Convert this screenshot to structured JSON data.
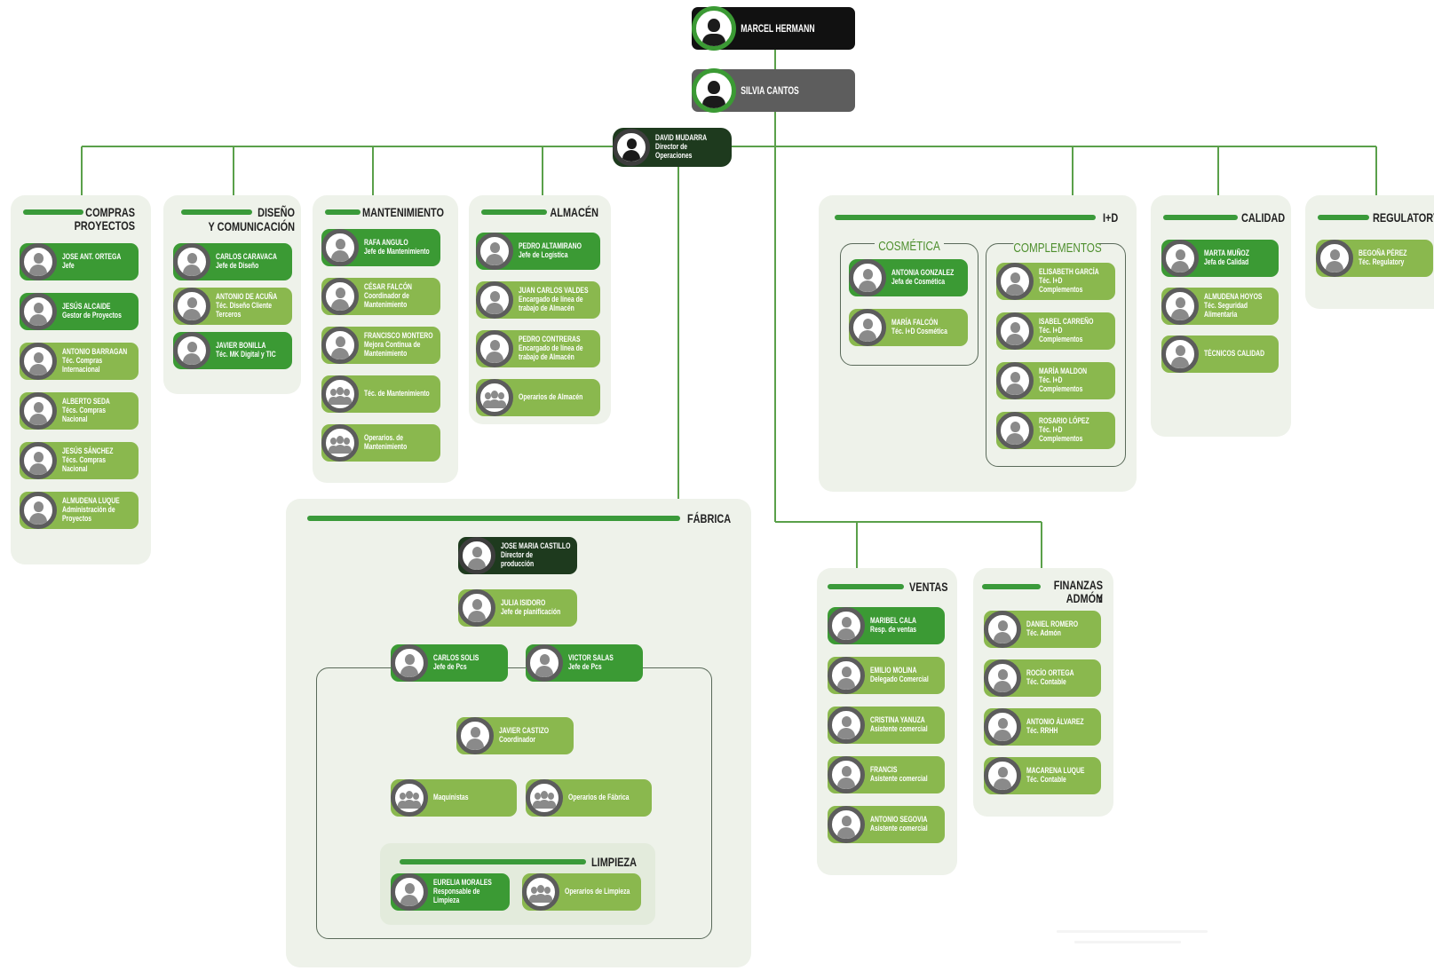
{
  "top": {
    "ceo": {
      "name": "MARCEL HERMANN"
    },
    "deputy": {
      "name": "SILVIA CANTOS"
    },
    "ops": {
      "name": "DAVID MUDARRA",
      "role": "Director de Operaciones"
    }
  },
  "departments": {
    "compras": {
      "title": "COMPRAS PROYECTOS",
      "members": [
        {
          "name": "JOSE ANT. ORTEGA",
          "role": "Jefe"
        },
        {
          "name": "JESÚS ALCAIDE",
          "role": "Gestor de Proyectos"
        },
        {
          "name": "ANTONIO BARRAGAN",
          "role": "Téc. Compras Internacional"
        },
        {
          "name": "ALBERTO SEDA",
          "role": "Técs. Compras Nacional"
        },
        {
          "name": "JESÚS SÁNCHEZ",
          "role": "Técs. Compras Nacional"
        },
        {
          "name": "ALMUDENA LUQUE",
          "role": "Administración de Proyectos"
        }
      ]
    },
    "diseno": {
      "title_line1": "DISEÑO",
      "title_line2": "Y COMUNICACIÓN",
      "members": [
        {
          "name": "CARLOS CARAVACA",
          "role": "Jefe de Diseño"
        },
        {
          "name": "ANTONIO DE ACUÑA",
          "role": "Téc. Diseño Cliente Terceros"
        },
        {
          "name": "JAVIER BONILLA",
          "role": "Téc. MK Digital y TIC"
        }
      ]
    },
    "mantenimiento": {
      "title": "MANTENIMIENTO",
      "members": [
        {
          "name": "RAFA ANGULO",
          "role": "Jefe de Mantenimiento"
        },
        {
          "name": "CÉSAR FALCÓN",
          "role": "Coordinador de Mantenimiento"
        },
        {
          "name": "FRANCISCO MONTERO",
          "role": "Mejora Continua de Mantenimiento"
        },
        {
          "name": "",
          "role": "Téc. de Mantenimiento"
        },
        {
          "name": "",
          "role": "Operarios. de Mantenimiento"
        }
      ]
    },
    "almacen": {
      "title": "ALMACÉN",
      "members": [
        {
          "name": "PEDRO ALTAMIRANO",
          "role": "Jefe de Logística"
        },
        {
          "name": "JUAN CARLOS VALDES",
          "role": "Encargado de línea de trabajo de Almacén"
        },
        {
          "name": "PEDRO CONTRERAS",
          "role": "Encargado de línea de trabajo de Almacén"
        },
        {
          "name": "",
          "role": "Operarios de Almacén"
        }
      ]
    },
    "imasd": {
      "title": "I+D",
      "cosmetica": {
        "title": "COSMÉTICA",
        "members": [
          {
            "name": "ANTONIA GONZALEZ",
            "role": "Jefa de Cosmética"
          },
          {
            "name": "MARÍA FALCÓN",
            "role": "Téc. I+D Cosmética"
          }
        ]
      },
      "complementos": {
        "title": "COMPLEMENTOS",
        "members": [
          {
            "name": "ELISABETH GARCÍA",
            "role": "Téc. I+D Complementos"
          },
          {
            "name": "ISABEL CARREÑO",
            "role": "Téc. I+D Complementos"
          },
          {
            "name": "MARÍA MALDON",
            "role": "Téc. I+D Complementos"
          },
          {
            "name": "ROSARIO LÓPEZ",
            "role": "Téc. I+D Complementos"
          }
        ]
      }
    },
    "calidad": {
      "title": "CALIDAD",
      "members": [
        {
          "name": "MARTA MUÑOZ",
          "role": "Jefa de Calidad"
        },
        {
          "name": "ALMUDENA HOYOS",
          "role": "Téc. Seguridad Alimentaria"
        },
        {
          "name": "TÉCNICOS CALIDAD",
          "role": ""
        }
      ]
    },
    "regulatory": {
      "title": "REGULATORY",
      "members": [
        {
          "name": "BEGOÑA PÉREZ",
          "role": "Téc. Regulatory"
        }
      ]
    },
    "fabrica": {
      "title": "FÁBRICA",
      "director": {
        "name": "JOSE MARIA CASTILLO",
        "role": "Director de producción"
      },
      "planning": {
        "name": "JULIA ISIDORO",
        "role": "Jefe de planificación"
      },
      "pcs": [
        {
          "name": "CARLOS SOLIS",
          "role": "Jefe de Pcs"
        },
        {
          "name": "VICTOR SALAS",
          "role": "Jefe de Pcs"
        }
      ],
      "coordinator": {
        "name": "JAVIER CASTIZO",
        "role": "Coordinador"
      },
      "groups": [
        {
          "name": "",
          "role": "Maquinistas"
        },
        {
          "name": "",
          "role": "Operarios de Fábrica"
        }
      ],
      "limpieza": {
        "title": "LIMPIEZA",
        "members": [
          {
            "name": "EURELIA MORALES",
            "role": "Responsable de Limpieza"
          },
          {
            "name": "",
            "role": "Operarios de Limpieza"
          }
        ]
      }
    },
    "ventas": {
      "title": "VENTAS",
      "members": [
        {
          "name": "MARIBEL CALA",
          "role": "Resp. de ventas"
        },
        {
          "name": "EMILIO MOLINA",
          "role": "Delegado Comercial"
        },
        {
          "name": "CRISTINA YANUZA",
          "role": "Asistente comercial"
        },
        {
          "name": "FRANCIS",
          "role": "Asistente comercial"
        },
        {
          "name": "ANTONIO SEGOVIA",
          "role": "Asistente comercial"
        }
      ]
    },
    "finanzas": {
      "title_line1": "FINANZAS Y",
      "title_line2": "ADMÓN",
      "members": [
        {
          "name": "DANIEL ROMERO",
          "role": "Téc. Admón"
        },
        {
          "name": "ROCÍO ORTEGA",
          "role": "Téc. Contable"
        },
        {
          "name": "ANTONIO ÁLVAREZ",
          "role": "Téc. RRHH"
        },
        {
          "name": "MACARENA LUQUE",
          "role": "Téc. Contable"
        }
      ]
    }
  },
  "colors": {
    "line": "#5aa04a",
    "card_light": "#8ab84e",
    "card_dark": "#3b9a34",
    "card_black": "#1e3a1e",
    "panel": "#eef2ea"
  }
}
